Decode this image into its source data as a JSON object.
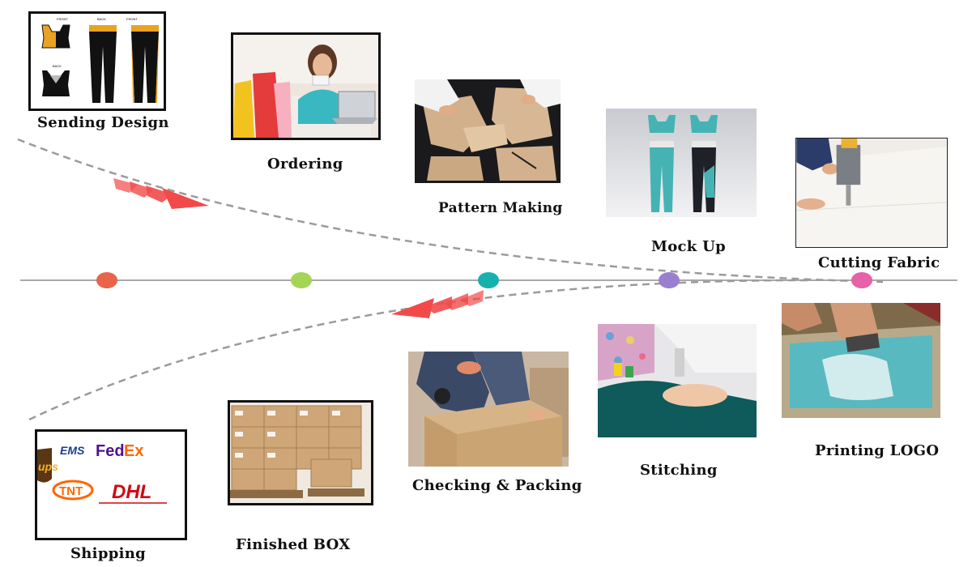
{
  "steps": [
    {
      "label": "Sending Design"
    },
    {
      "label": "Ordering"
    },
    {
      "label": "Pattern Making"
    },
    {
      "label": "Mock Up"
    },
    {
      "label": "Cutting Fabric"
    },
    {
      "label": "Printing LOGO"
    },
    {
      "label": "Stitching"
    },
    {
      "label": "Checking & Packing"
    },
    {
      "label": "Finished BOX"
    },
    {
      "label": "Shipping"
    }
  ],
  "nodes": [
    {
      "color": "#e8644a"
    },
    {
      "color": "#a6d456"
    },
    {
      "color": "#17b1ad"
    },
    {
      "color": "#9a7fd1"
    },
    {
      "color": "#e661a8"
    }
  ],
  "design_sheet": {
    "labels": [
      "FRONT",
      "BACK",
      "BACK",
      "FRONT"
    ]
  },
  "carriers": {
    "ems": "EMS",
    "fedex_fed": "Fed",
    "fedex_ex": "Ex",
    "tnt": "TNT",
    "dhl": "DHL",
    "ups": "ups"
  },
  "colors": {
    "arrow": "#f24a4a",
    "axis": "#a9a9a9",
    "dashed": "#9b9b9b"
  }
}
